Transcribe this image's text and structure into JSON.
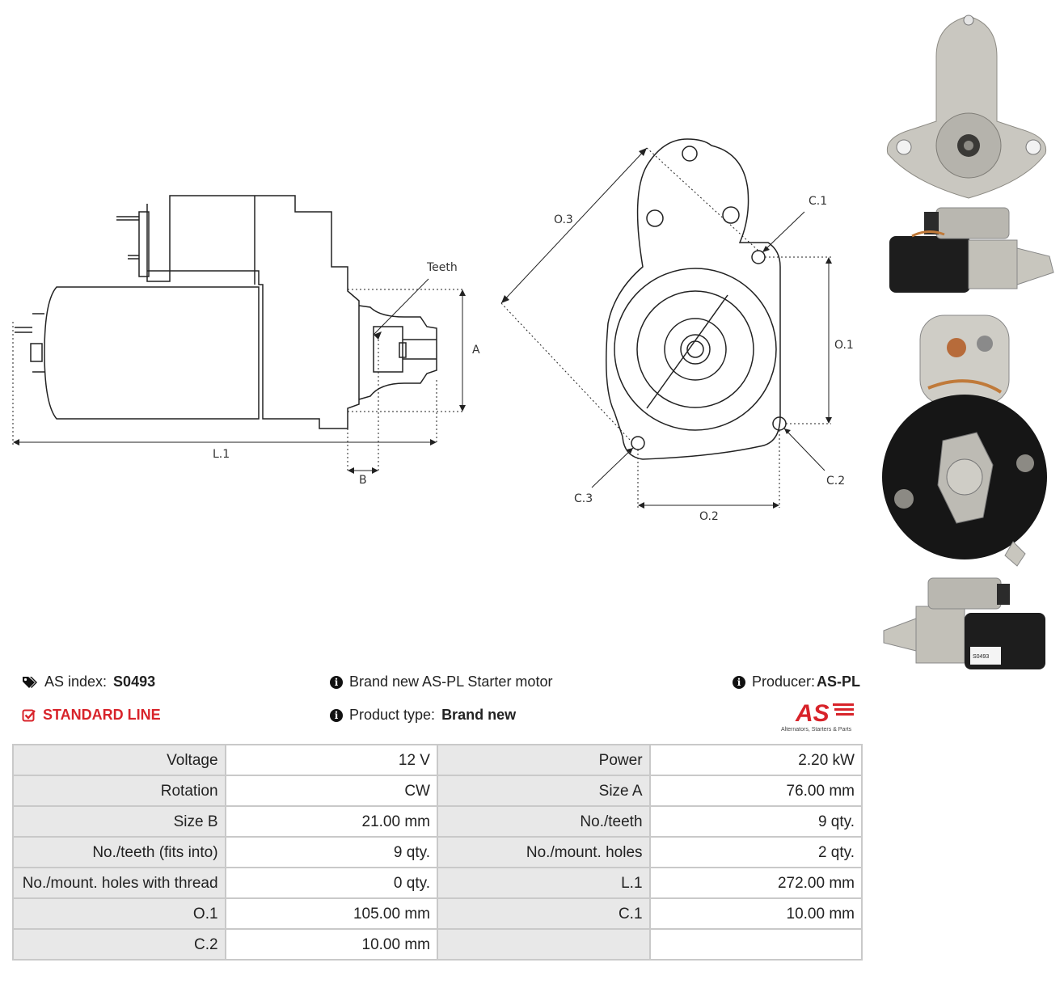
{
  "diagram_labels": {
    "teeth": "Teeth",
    "a": "A",
    "b": "B",
    "l1": "L.1",
    "o1": "O.1",
    "o2": "O.2",
    "o3": "O.3",
    "c1": "C.1",
    "c2": "C.2",
    "c3": "C.3"
  },
  "photo_label": "S0493",
  "info": {
    "as_index_label": "AS index:",
    "as_index_value": "S0493",
    "standard_line": "STANDARD LINE",
    "description": "Brand new AS-PL Starter motor",
    "product_type_label": "Product type:",
    "product_type_value": "Brand new",
    "producer_label": "Producer:",
    "producer_value": "AS-PL"
  },
  "logo": {
    "mark": "AS",
    "tagline": "Alternators, Starters & Parts",
    "color": "#d8232a"
  },
  "specs": [
    {
      "k1": "Voltage",
      "v1": "12 V",
      "k2": "Power",
      "v2": "2.20 kW"
    },
    {
      "k1": "Rotation",
      "v1": "CW",
      "k2": "Size A",
      "v2": "76.00 mm"
    },
    {
      "k1": "Size B",
      "v1": "21.00 mm",
      "k2": "No./teeth",
      "v2": "9 qty."
    },
    {
      "k1": "No./teeth (fits into)",
      "v1": "9 qty.",
      "k2": "No./mount. holes",
      "v2": "2 qty."
    },
    {
      "k1": "No./mount. holes with thread",
      "v1": "0 qty.",
      "k2": "L.1",
      "v2": "272.00 mm"
    },
    {
      "k1": "O.1",
      "v1": "105.00 mm",
      "k2": "C.1",
      "v2": "10.00 mm"
    },
    {
      "k1": "C.2",
      "v1": "10.00 mm",
      "k2": "",
      "v2": ""
    }
  ]
}
